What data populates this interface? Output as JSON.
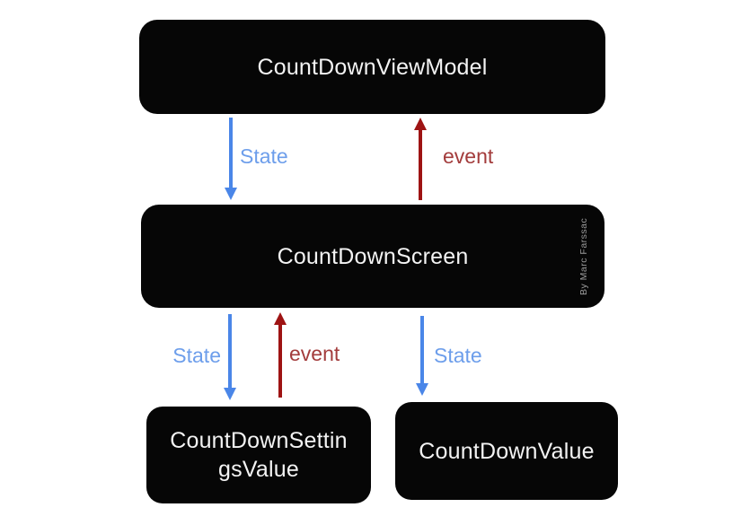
{
  "diagram": {
    "nodes": [
      {
        "id": "countdown-view-model",
        "lines": [
          "CountDownViewModel"
        ]
      },
      {
        "id": "countdown-screen",
        "lines": [
          "CountDownScreen"
        ],
        "watermark": "By Marc Farssac"
      },
      {
        "id": "countdown-settings-value",
        "lines": [
          "CountDownSettin",
          "gsValue"
        ],
        "full_label": "CountDownSettingsValue"
      },
      {
        "id": "countdown-value",
        "lines": [
          "CountDownValue"
        ]
      }
    ],
    "edges": [
      {
        "from": "countdown-view-model",
        "to": "countdown-screen",
        "label": "State",
        "type": "state",
        "direction": "down"
      },
      {
        "from": "countdown-screen",
        "to": "countdown-view-model",
        "label": "event",
        "type": "event",
        "direction": "up"
      },
      {
        "from": "countdown-screen",
        "to": "countdown-settings-value",
        "label": "State",
        "type": "state",
        "direction": "down"
      },
      {
        "from": "countdown-settings-value",
        "to": "countdown-screen",
        "label": "event",
        "type": "event",
        "direction": "up"
      },
      {
        "from": "countdown-screen",
        "to": "countdown-value",
        "label": "State",
        "type": "state",
        "direction": "down"
      }
    ],
    "colors": {
      "state_arrow": "#4a86e8",
      "state_label": "#6d9eeb",
      "event_arrow": "#9e1313",
      "event_label": "#a33c3c",
      "node_bg": "#060606",
      "node_text": "#f3f3f3",
      "watermark_text": "#9b9b9b",
      "background": "#ffffff"
    }
  }
}
